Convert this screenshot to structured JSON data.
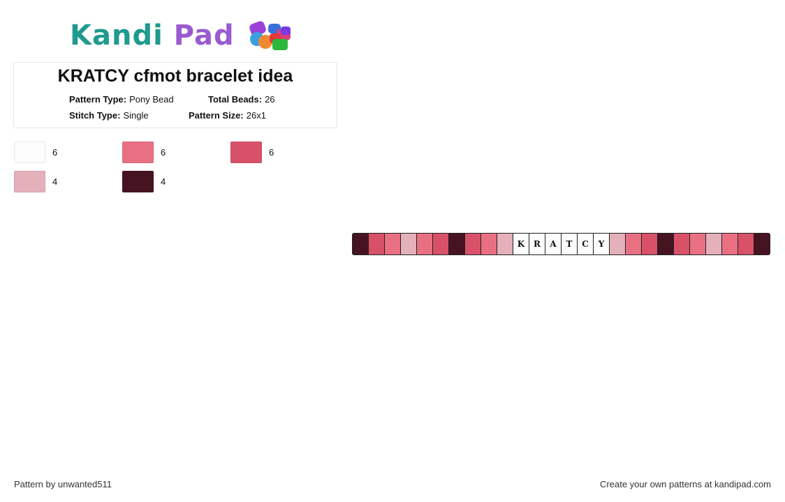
{
  "logo": {
    "part1": "Kandi",
    "part2": "Pad",
    "beads_icon": "beads-icon"
  },
  "pattern": {
    "title": "KRATCY cfmot bracelet idea",
    "type_label": "Pattern Type:",
    "type_value": "Pony Bead",
    "total_label": "Total Beads:",
    "total_value": "26",
    "stitch_label": "Stitch Type:",
    "stitch_value": "Single",
    "size_label": "Pattern Size:",
    "size_value": "26x1"
  },
  "colors": {
    "white": "#fbfcfb",
    "pink": "#e97083",
    "rose": "#d95169",
    "light": "#e4b0ba",
    "dark": "#461421"
  },
  "legend": [
    {
      "color": "white",
      "count": "6"
    },
    {
      "color": "pink",
      "count": "6"
    },
    {
      "color": "rose",
      "count": "6"
    },
    {
      "color": "light",
      "count": "4"
    },
    {
      "color": "dark",
      "count": "4"
    }
  ],
  "beads": [
    {
      "c": "dark",
      "t": ""
    },
    {
      "c": "rose",
      "t": ""
    },
    {
      "c": "pink",
      "t": ""
    },
    {
      "c": "light",
      "t": ""
    },
    {
      "c": "pink",
      "t": ""
    },
    {
      "c": "rose",
      "t": ""
    },
    {
      "c": "dark",
      "t": ""
    },
    {
      "c": "rose",
      "t": ""
    },
    {
      "c": "pink",
      "t": ""
    },
    {
      "c": "light",
      "t": ""
    },
    {
      "c": "white",
      "t": "K"
    },
    {
      "c": "white",
      "t": "R"
    },
    {
      "c": "white",
      "t": "A"
    },
    {
      "c": "white",
      "t": "T"
    },
    {
      "c": "white",
      "t": "C"
    },
    {
      "c": "white",
      "t": "Y"
    },
    {
      "c": "light",
      "t": ""
    },
    {
      "c": "pink",
      "t": ""
    },
    {
      "c": "rose",
      "t": ""
    },
    {
      "c": "dark",
      "t": ""
    },
    {
      "c": "rose",
      "t": ""
    },
    {
      "c": "pink",
      "t": ""
    },
    {
      "c": "light",
      "t": ""
    },
    {
      "c": "pink",
      "t": ""
    },
    {
      "c": "rose",
      "t": ""
    },
    {
      "c": "dark",
      "t": ""
    }
  ],
  "footer": {
    "author": "Pattern by unwanted511",
    "promo": "Create your own patterns at kandipad.com"
  }
}
